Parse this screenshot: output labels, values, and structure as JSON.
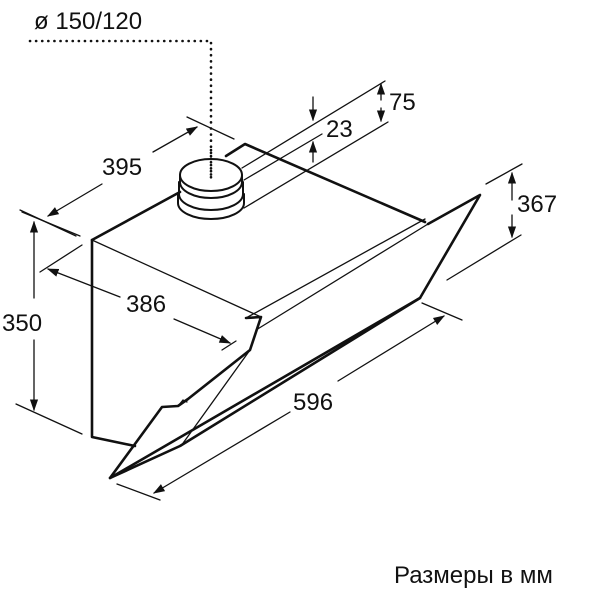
{
  "diagram": {
    "subject": "Inclined chimney cooker hood dimension drawing",
    "duct_label": "ø 150/120",
    "dimensions": {
      "depth_top": "395",
      "depth_body": "386",
      "height_body": "350",
      "width": "596",
      "glass_height": "367",
      "top_offset_outer": "75",
      "top_offset_inner": "23"
    },
    "caption": "Размеры в мм",
    "colors": {
      "line": "#111111",
      "background": "#ffffff"
    }
  }
}
